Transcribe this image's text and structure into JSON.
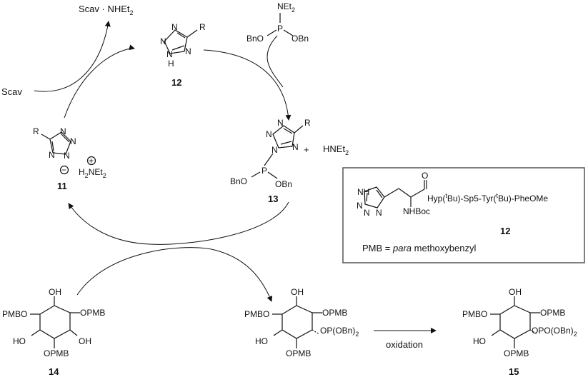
{
  "labels": {
    "scav_top": "Scav · NHEt",
    "scav_top_sub": "2",
    "scav_left": "Scav",
    "hnet2": "HNEt",
    "hnet2_sub": "2",
    "plus": "+",
    "cmpd_11": "11",
    "cmpd_12": "12",
    "cmpd_13": "13",
    "cmpd_14": "14",
    "cmpd_15": "15",
    "oxidation": "oxidation",
    "h2net2_pre": "H",
    "h2net2_2": "2",
    "h2net2_mid": "NEt",
    "h2net2_sub": "2",
    "plus_charge": "+",
    "minus_charge": "−"
  },
  "reagent": {
    "top": "NEt",
    "top_sub": "2",
    "p": "P",
    "left": "BnO",
    "right": "OBn"
  },
  "tetrazole": {
    "n": "N",
    "nh_h": "H",
    "r": "R"
  },
  "cmpd13": {
    "p": "P",
    "left": "BnO",
    "right": "OBn"
  },
  "inositol": {
    "oh": "OH",
    "ho": "HO",
    "pmbo": "PMBO",
    "opmb": "OPMB",
    "op_obn2": "OP(OBn)",
    "opo_obn2": "OPO(OBn)",
    "sub2": "2"
  },
  "inset": {
    "o": "O",
    "nh": "NH",
    "nhboc": "NHBoc",
    "peptide_a": "Hyp(",
    "peptide_t1": "t",
    "peptide_b": "Bu)-Sp5-Tyr(",
    "peptide_t2": "t",
    "peptide_c": "Bu)-PheOMe",
    "label": "12",
    "pmb_pre": "PMB = ",
    "pmb_ital": "para",
    "pmb_post": " methoxybenzyl"
  },
  "colors": {
    "ink": "#111111",
    "box_border": "#555555"
  }
}
